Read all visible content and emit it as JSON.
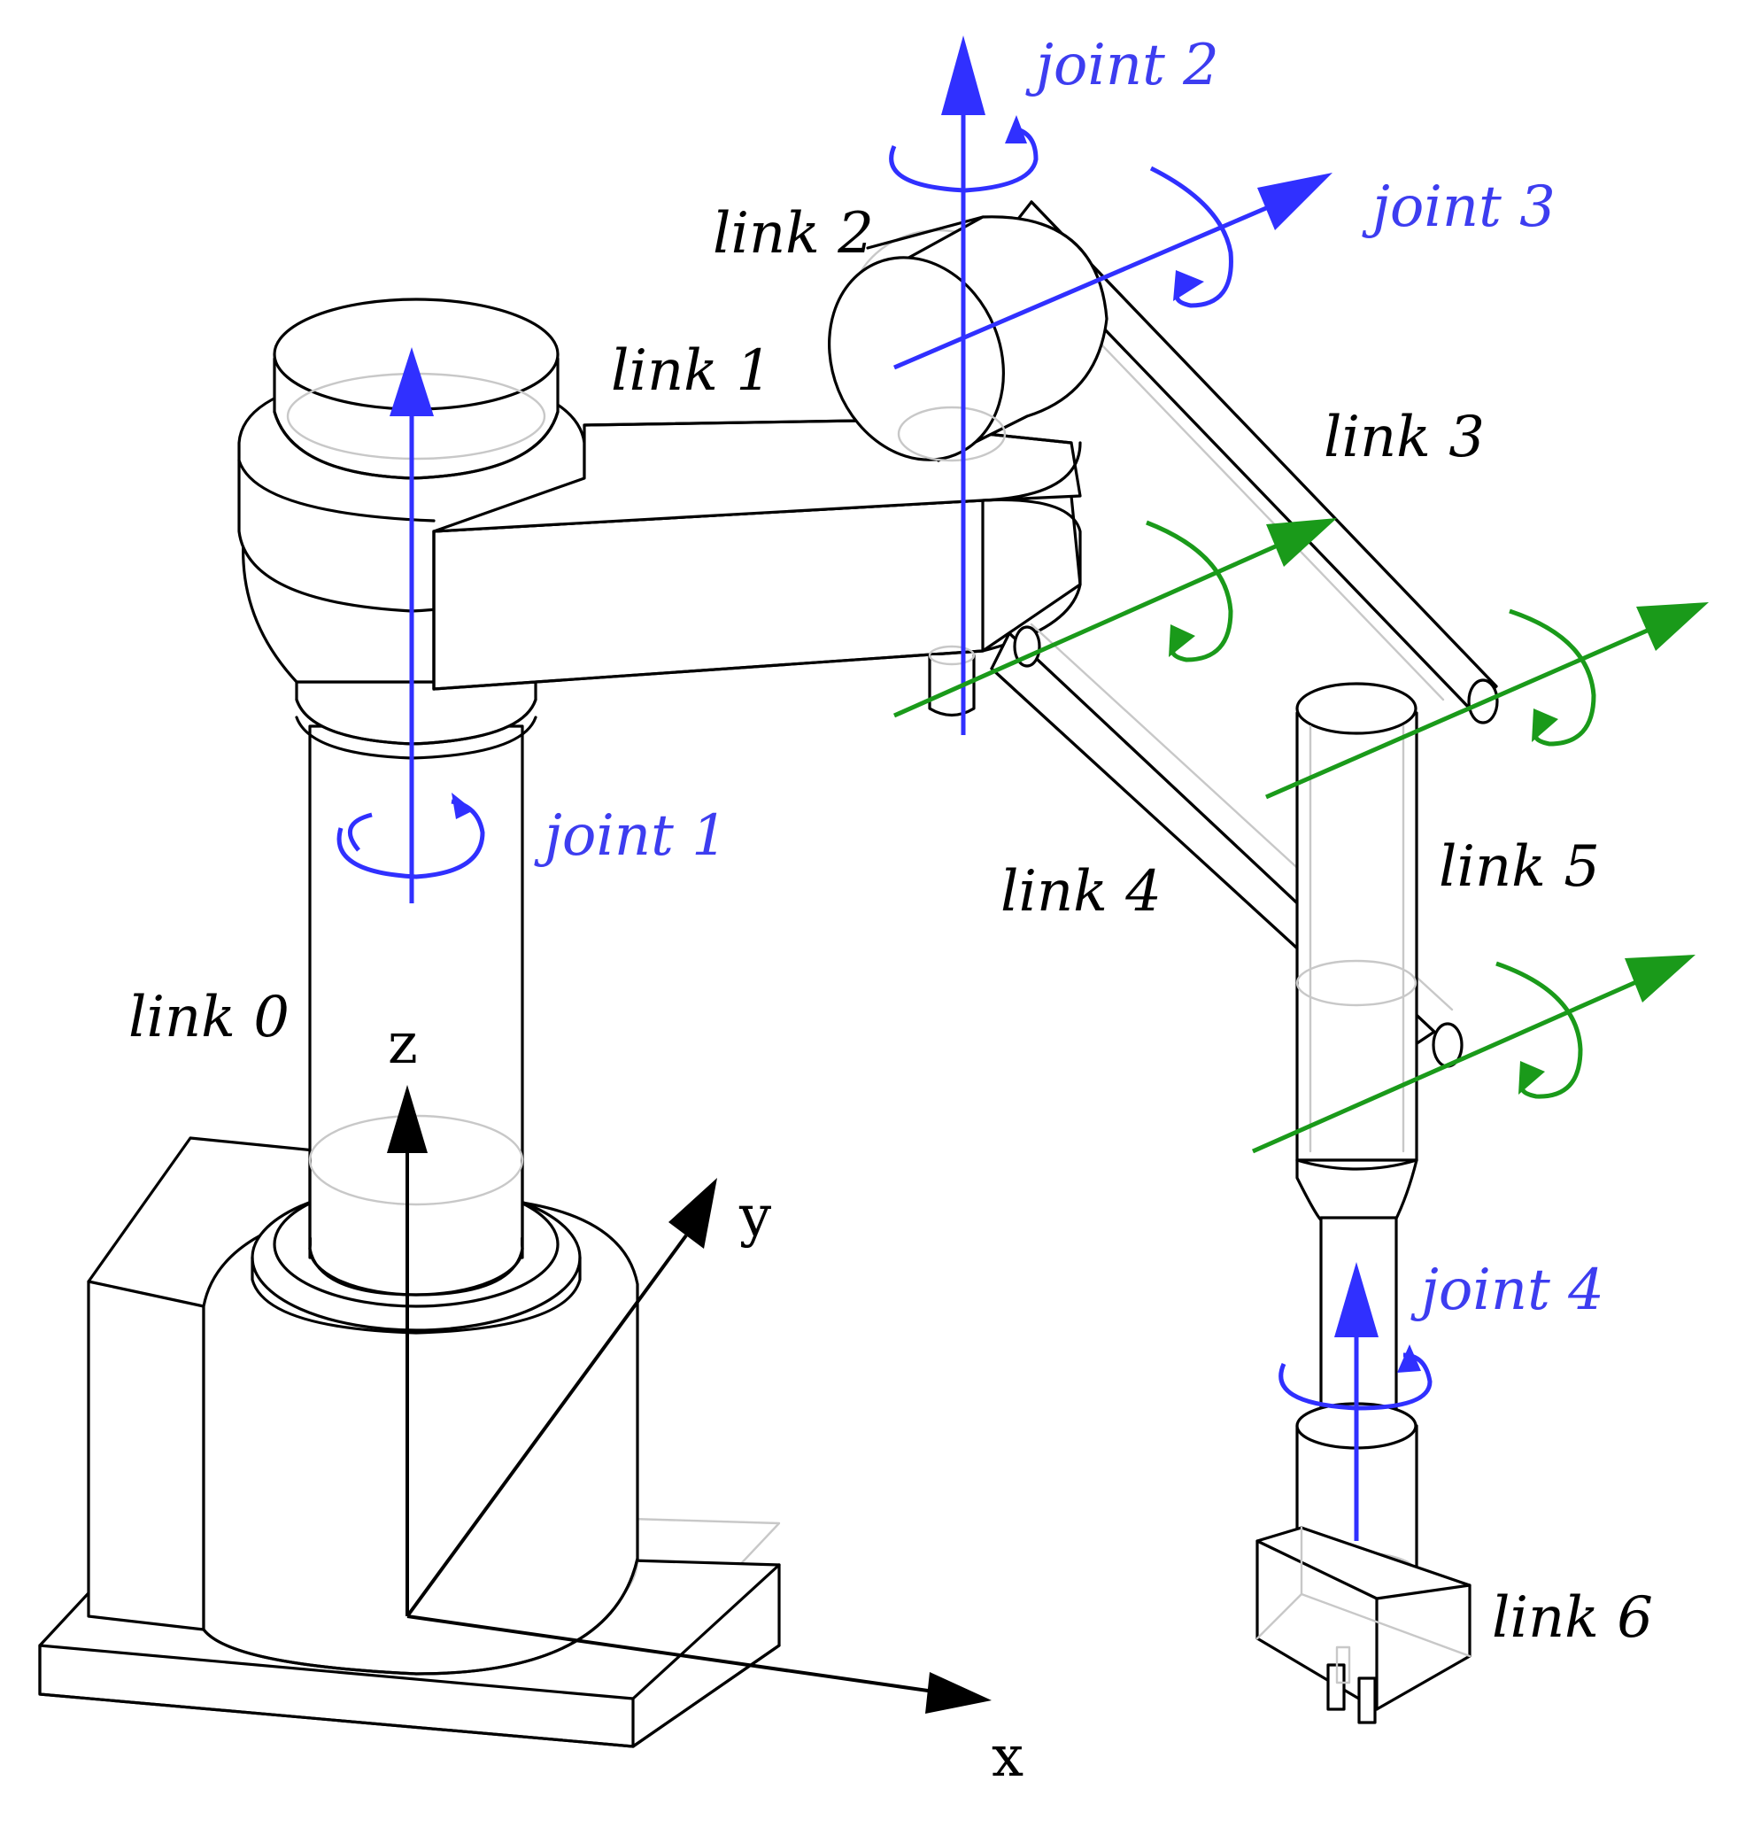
{
  "colors": {
    "outline": "#000000",
    "hidden_edges": "#c8c8c8",
    "joint_axis_blue": "#3030ff",
    "joint_label_blue": "#3d3df0",
    "parallel_axis_green": "#1a9a1a",
    "background": "#ffffff"
  },
  "links": {
    "link0": "link 0",
    "link1": "link 1",
    "link2": "link 2",
    "link3": "link 3",
    "link4": "link 4",
    "link5": "link 5",
    "link6": "link 6"
  },
  "joints": {
    "joint1": "joint 1",
    "joint2": "joint 2",
    "joint3": "joint 3",
    "joint4": "joint 4"
  },
  "frame": {
    "x": "x",
    "y": "y",
    "z": "z"
  }
}
